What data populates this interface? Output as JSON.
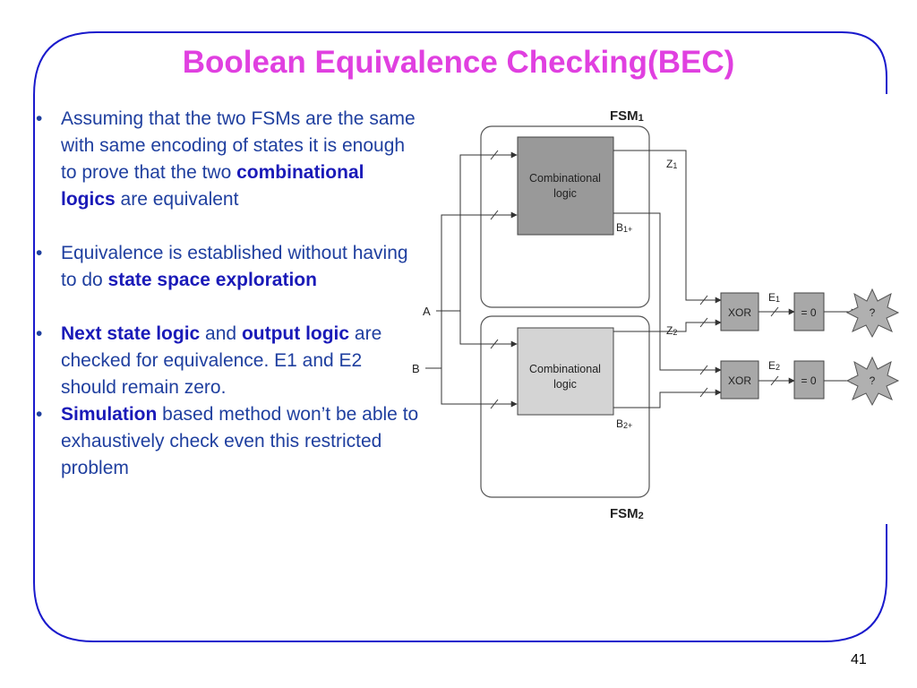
{
  "slide": {
    "title": "Boolean Equivalence Checking(BEC)",
    "page_number": "41"
  },
  "bullets": [
    {
      "parts": [
        {
          "text": "Assuming that the two FSMs are the same with same encoding of states it is enough to prove that the two ",
          "bold": false
        },
        {
          "text": "combinational logics",
          "bold": true
        },
        {
          "text": " are equivalent",
          "bold": false
        }
      ]
    },
    {
      "parts": [
        {
          "text": "Equivalence is established without having to do ",
          "bold": false
        },
        {
          "text": "state space exploration",
          "bold": true
        }
      ]
    },
    {
      "parts": [
        {
          "text": "Next state logic",
          "bold": true
        },
        {
          "text": " and ",
          "bold": false
        },
        {
          "text": "output logic",
          "bold": true
        },
        {
          "text": " are checked for equivalence. E1 and E2 should remain zero.",
          "bold": false
        }
      ]
    },
    {
      "parts": [
        {
          "text": "Simulation",
          "bold": true
        },
        {
          "text": " based method won’t be able to exhaustively check even this restricted problem",
          "bold": false
        }
      ]
    }
  ],
  "bullet_symbol": "•",
  "diagram": {
    "fsm1_label": "FSM",
    "fsm1_sub": "1",
    "fsm2_label": "FSM",
    "fsm2_sub": "2",
    "comb1_line1": "Combinational",
    "comb1_line2": "logic",
    "comb2_line1": "Combinational",
    "comb2_line2": "logic",
    "z1": "Z",
    "z1_sub": "1",
    "z2": "Z",
    "z2_sub": "2",
    "b1": "B",
    "b1_sub": "1+",
    "b2": "B",
    "b2_sub": "2+",
    "input_a": "A",
    "input_b": "B",
    "xor1": "XOR",
    "xor2": "XOR",
    "e1": "E",
    "e1_sub": "1",
    "e2": "E",
    "e2_sub": "2",
    "eq1": "= 0",
    "eq2": "= 0",
    "q1": "?",
    "q2": "?"
  },
  "colors": {
    "title": "#e040e0",
    "body_text": "#1f3f9f",
    "bold_text": "#1a1ab8",
    "frame": "#1a1acc",
    "comb1_fill": "#999999",
    "comb2_fill": "#d4d4d4",
    "gate_fill": "#a8a8a8"
  }
}
